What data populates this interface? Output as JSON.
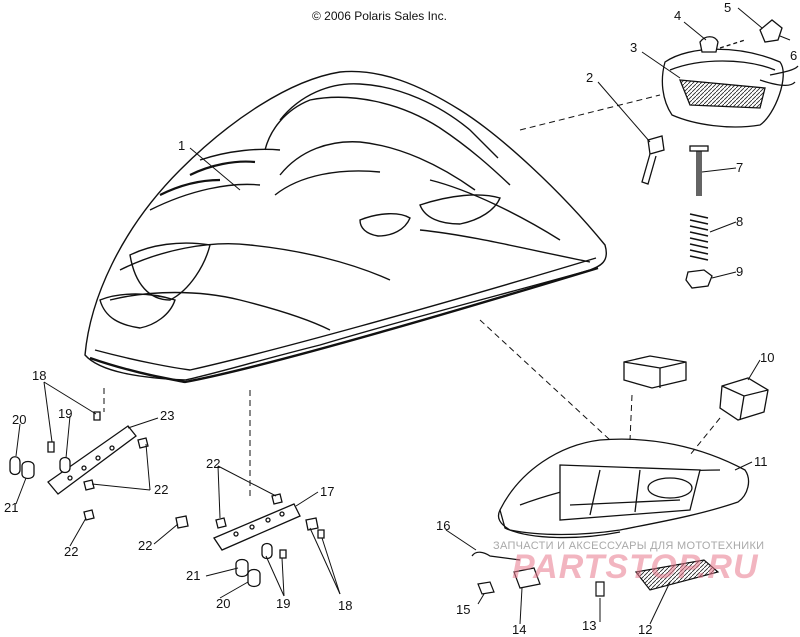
{
  "copyright": "© 2006 Polaris Sales Inc.",
  "watermark": {
    "text": "ЗАПЧАСТИ И АКСЕССУАРЫ ДЛЯ МОТОТЕХНИКИ",
    "logo": "PARTSTOP.RU"
  },
  "callouts": {
    "c1": "1",
    "c2": "2",
    "c3": "3",
    "c4": "4",
    "c5": "5",
    "c6": "6",
    "c7": "7",
    "c8": "8",
    "c9": "9",
    "c10": "10",
    "c11": "11",
    "c12": "12",
    "c13": "13",
    "c14": "14",
    "c15": "15",
    "c16": "16",
    "c17": "17",
    "c18a": "18",
    "c18b": "18",
    "c19a": "19",
    "c19b": "19",
    "c20a": "20",
    "c20b": "20",
    "c21a": "21",
    "c21b": "21",
    "c22a": "22",
    "c22b": "22",
    "c22c": "22",
    "c22d": "22",
    "c23": "23"
  }
}
